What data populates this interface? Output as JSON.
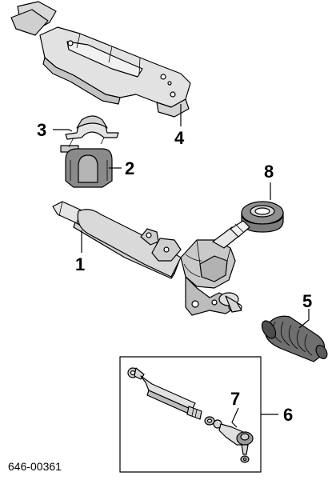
{
  "diagram": {
    "callouts": [
      {
        "id": "1",
        "text": "1"
      },
      {
        "id": "2",
        "text": "2"
      },
      {
        "id": "3",
        "text": "3"
      },
      {
        "id": "4",
        "text": "4"
      },
      {
        "id": "5",
        "text": "5"
      },
      {
        "id": "6",
        "text": "6"
      },
      {
        "id": "7",
        "text": "7"
      },
      {
        "id": "8",
        "text": "8"
      }
    ],
    "diagram_code": "646-00361"
  }
}
